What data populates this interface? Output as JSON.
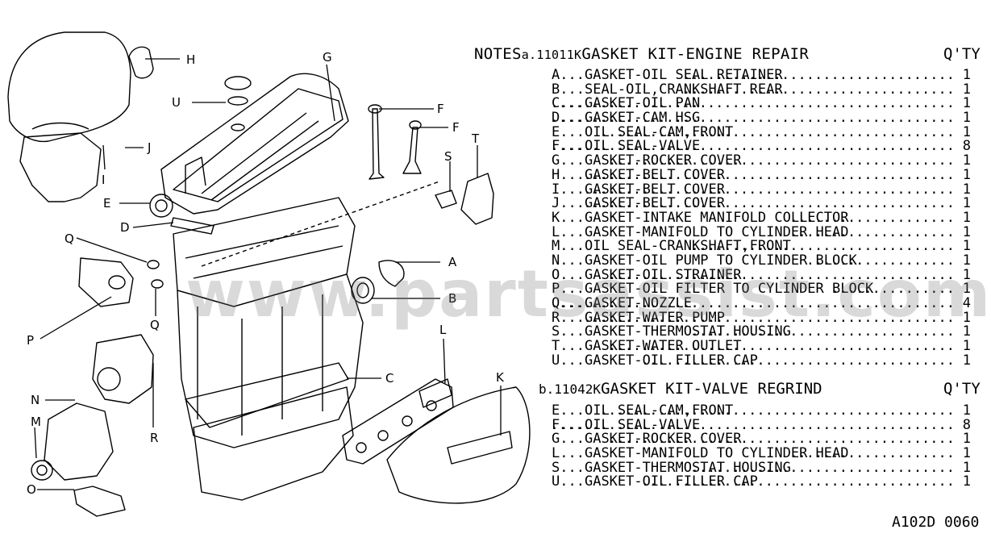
{
  "notes_label": "NOTES",
  "kit_a": {
    "prefix": "a.11011K",
    "title": "GASKET KIT-ENGINE REPAIR",
    "qty_header": "Q'TY",
    "items": [
      {
        "letter": "A",
        "desc": "GASKET-OIL SEAL RETAINER",
        "qty": "1"
      },
      {
        "letter": "B",
        "desc": "SEAL-OIL,CRANKSHAFT REAR",
        "qty": "1"
      },
      {
        "letter": "C",
        "desc": "GASKET-OIL PAN",
        "qty": "1"
      },
      {
        "letter": "D",
        "desc": "GASKET-CAM HSG",
        "qty": "1"
      },
      {
        "letter": "E",
        "desc": "OIL SEAL-CAM,FRONT",
        "qty": "1"
      },
      {
        "letter": "F",
        "desc": "OIL SEAL-VALVE",
        "qty": "8"
      },
      {
        "letter": "G",
        "desc": "GASKET-ROCKER COVER",
        "qty": "1"
      },
      {
        "letter": "H",
        "desc": "GASKET-BELT COVER",
        "qty": "1"
      },
      {
        "letter": "I",
        "desc": "GASKET-BELT COVER",
        "qty": "1"
      },
      {
        "letter": "J",
        "desc": "GASKET-BELT COVER",
        "qty": "1"
      },
      {
        "letter": "K",
        "desc": "GASKET-INTAKE MANIFOLD COLLECTOR",
        "qty": "1"
      },
      {
        "letter": "L",
        "desc": "GASKET-MANIFOLD TO CYLINDER HEAD",
        "qty": "1"
      },
      {
        "letter": "M",
        "desc": "OIL SEAL-CRANKSHAFT,FRONT",
        "qty": "1"
      },
      {
        "letter": "N",
        "desc": "GASKET-OIL PUMP TO CYLINDER BLOCK",
        "qty": "1"
      },
      {
        "letter": "O",
        "desc": "GASKET-OIL STRAINER",
        "qty": "1"
      },
      {
        "letter": "P",
        "desc": "GASKET-OIL FILTER TO CYLINDER BLOCK",
        "qty": "1"
      },
      {
        "letter": "Q",
        "desc": "GASKET-NOZZLE",
        "qty": "4"
      },
      {
        "letter": "R",
        "desc": "GASKET-WATER PUMP",
        "qty": "1"
      },
      {
        "letter": "S",
        "desc": "GASKET-THERMOSTAT HOUSING",
        "qty": "1"
      },
      {
        "letter": "T",
        "desc": "GASKET-WATER OUTLET",
        "qty": "1"
      },
      {
        "letter": "U",
        "desc": "GASKET-OIL FILLER CAP",
        "qty": "1"
      }
    ]
  },
  "kit_b": {
    "prefix": "b.11042K",
    "title": "GASKET KIT-VALVE REGRIND",
    "qty_header": "Q'TY",
    "items": [
      {
        "letter": "E",
        "desc": "OIL SEAL-CAM,FRONT",
        "qty": "1"
      },
      {
        "letter": "F",
        "desc": "OIL SEAL-VALVE",
        "qty": "8"
      },
      {
        "letter": "G",
        "desc": "GASKET-ROCKER COVER",
        "qty": "1"
      },
      {
        "letter": "L",
        "desc": "GASKET-MANIFOLD TO CYLINDER HEAD",
        "qty": "1"
      },
      {
        "letter": "S",
        "desc": "GASKET-THERMOSTAT HOUSING",
        "qty": "1"
      },
      {
        "letter": "U",
        "desc": "GASKET-OIL FILLER CAP",
        "qty": "1"
      }
    ]
  },
  "diagram_labels": [
    "H",
    "G",
    "U",
    "F",
    "F",
    "T",
    "S",
    "J",
    "I",
    "E",
    "D",
    "Q",
    "A",
    "B",
    "P",
    "Q",
    "L",
    "C",
    "K",
    "N",
    "M",
    "R",
    "O"
  ],
  "figure_code": "A102D 0060",
  "watermark": "www.partsassist.com"
}
